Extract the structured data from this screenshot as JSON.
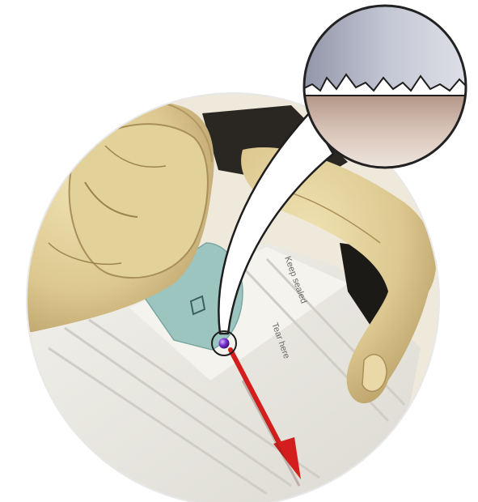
{
  "illustration": {
    "subject": "fingers-tearing-pouch-at-notch",
    "zoom_inset": "serrated-tear-edge-magnified",
    "package_print_lines": [
      "Keep sealed",
      "Tear here"
    ]
  },
  "colors": {
    "background": "#ffffff",
    "main_disc_outline": "#e8e8e8",
    "skin_light": "#e7d8a4",
    "skin_mid": "#d4bf84",
    "skin_shadow": "#a9925c",
    "package_paper": "#ebe9e2",
    "package_line": "#c9c7c0",
    "tab_teal": "#9cc5c0",
    "dark_gap": "#1c1a17",
    "tear_point": "#6a1fb0",
    "arrow": "#d41e1e",
    "inset_top": "#b6b9c9",
    "inset_bottom": "#c9b2a4",
    "inset_outline": "#222222"
  },
  "icons": {
    "tear_arrow": "arrow-down-right-icon",
    "tear_point": "tear-point-icon"
  }
}
